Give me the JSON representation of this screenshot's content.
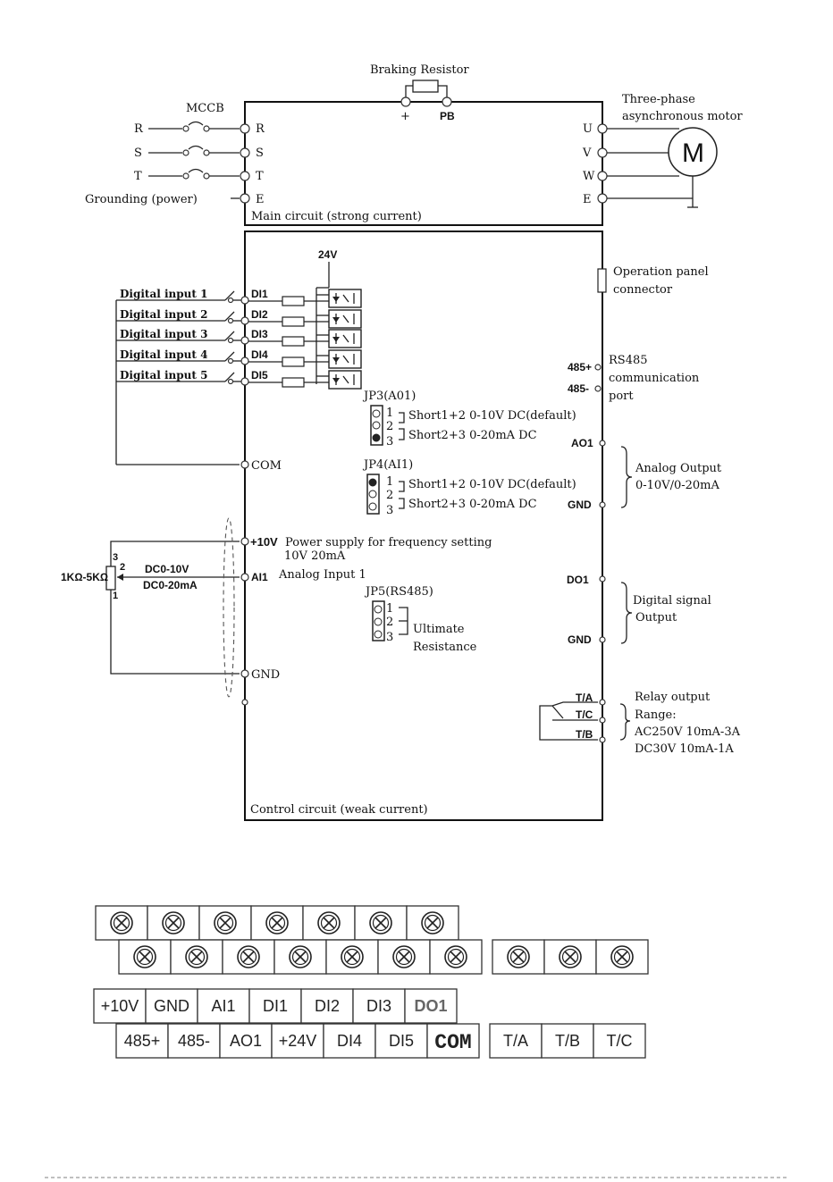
{
  "main": {
    "braking_resistor": "Braking Resistor",
    "plus": "+",
    "pb": "PB",
    "mccb": "MCCB",
    "inputs": [
      "R",
      "S",
      "T"
    ],
    "grounding": "Grounding (power)",
    "terminals_left": [
      "R",
      "S",
      "T",
      "E"
    ],
    "title": "Main circuit (strong current)",
    "terminals_right": [
      "U",
      "V",
      "W",
      "E"
    ],
    "motor_label_1": "Three-phase",
    "motor_label_2": "asynchronous motor",
    "motor_symbol": "M"
  },
  "control": {
    "title": "Control circuit (weak current)",
    "v24": "24V",
    "digital_inputs": [
      "Digital input 1",
      "Digital input 2",
      "Digital input 3",
      "Digital input 4",
      "Digital input 5"
    ],
    "di_terminals": [
      "DI1",
      "DI2",
      "DI3",
      "DI4",
      "DI5"
    ],
    "com": "COM",
    "op_panel_1": "Operation panel",
    "op_panel_2": "connector",
    "rs485_1": "RS485",
    "rs485_2": "communication",
    "rs485_3": "port",
    "t485p": "485+",
    "t485m": "485-",
    "jp3": {
      "title": "JP3(A01)",
      "nums": [
        "1",
        "2",
        "3"
      ],
      "line1": "Short1+2 0-10V DC(default)",
      "line2": "Short2+3 0-20mA DC"
    },
    "jp4": {
      "title": "JP4(AI1)",
      "nums": [
        "1",
        "2",
        "3"
      ],
      "line1": "Short1+2 0-10V DC(default)",
      "line2": "Short2+3 0-20mA DC"
    },
    "jp5": {
      "title": "JP5(RS485)",
      "nums": [
        "1",
        "2",
        "3"
      ],
      "line1": "Ultimate",
      "line2": "Resistance"
    },
    "ao1": "AO1",
    "gnd": "GND",
    "analog_out_1": "Analog Output",
    "analog_out_2": "0-10V/0-20mA",
    "p10v": "+10V",
    "p10v_desc_1": "Power supply for frequency setting",
    "p10v_desc_2": "10V 20mA",
    "ai1": "AI1",
    "ai1_desc": "Analog Input 1",
    "gnd_left": "GND",
    "pot": "1KΩ-5KΩ",
    "pot_pins": [
      "3",
      "2",
      "1"
    ],
    "dc010v": "DC0-10V",
    "dc020ma": "DC0-20mA",
    "do1": "DO1",
    "gnd_do": "GND",
    "digital_out_1": "Digital signal",
    "digital_out_2": "Output",
    "ta": "T/A",
    "tc": "T/C",
    "tb": "T/B",
    "relay_1": "Relay output",
    "relay_2": "Range:",
    "relay_3": "AC250V  10mA-3A",
    "relay_4": "DC30V   10mA-1A"
  },
  "terminal_block": {
    "upper_labels_row1": [
      "+10V",
      "GND",
      "AI1",
      "DI1",
      "DI2",
      "DI3",
      "DO1"
    ],
    "upper_labels_row2": [
      "485+",
      "485-",
      "AO1",
      "+24V",
      "DI4",
      "DI5",
      "COM"
    ],
    "relay_labels": [
      "T/A",
      "T/B",
      "T/C"
    ]
  }
}
